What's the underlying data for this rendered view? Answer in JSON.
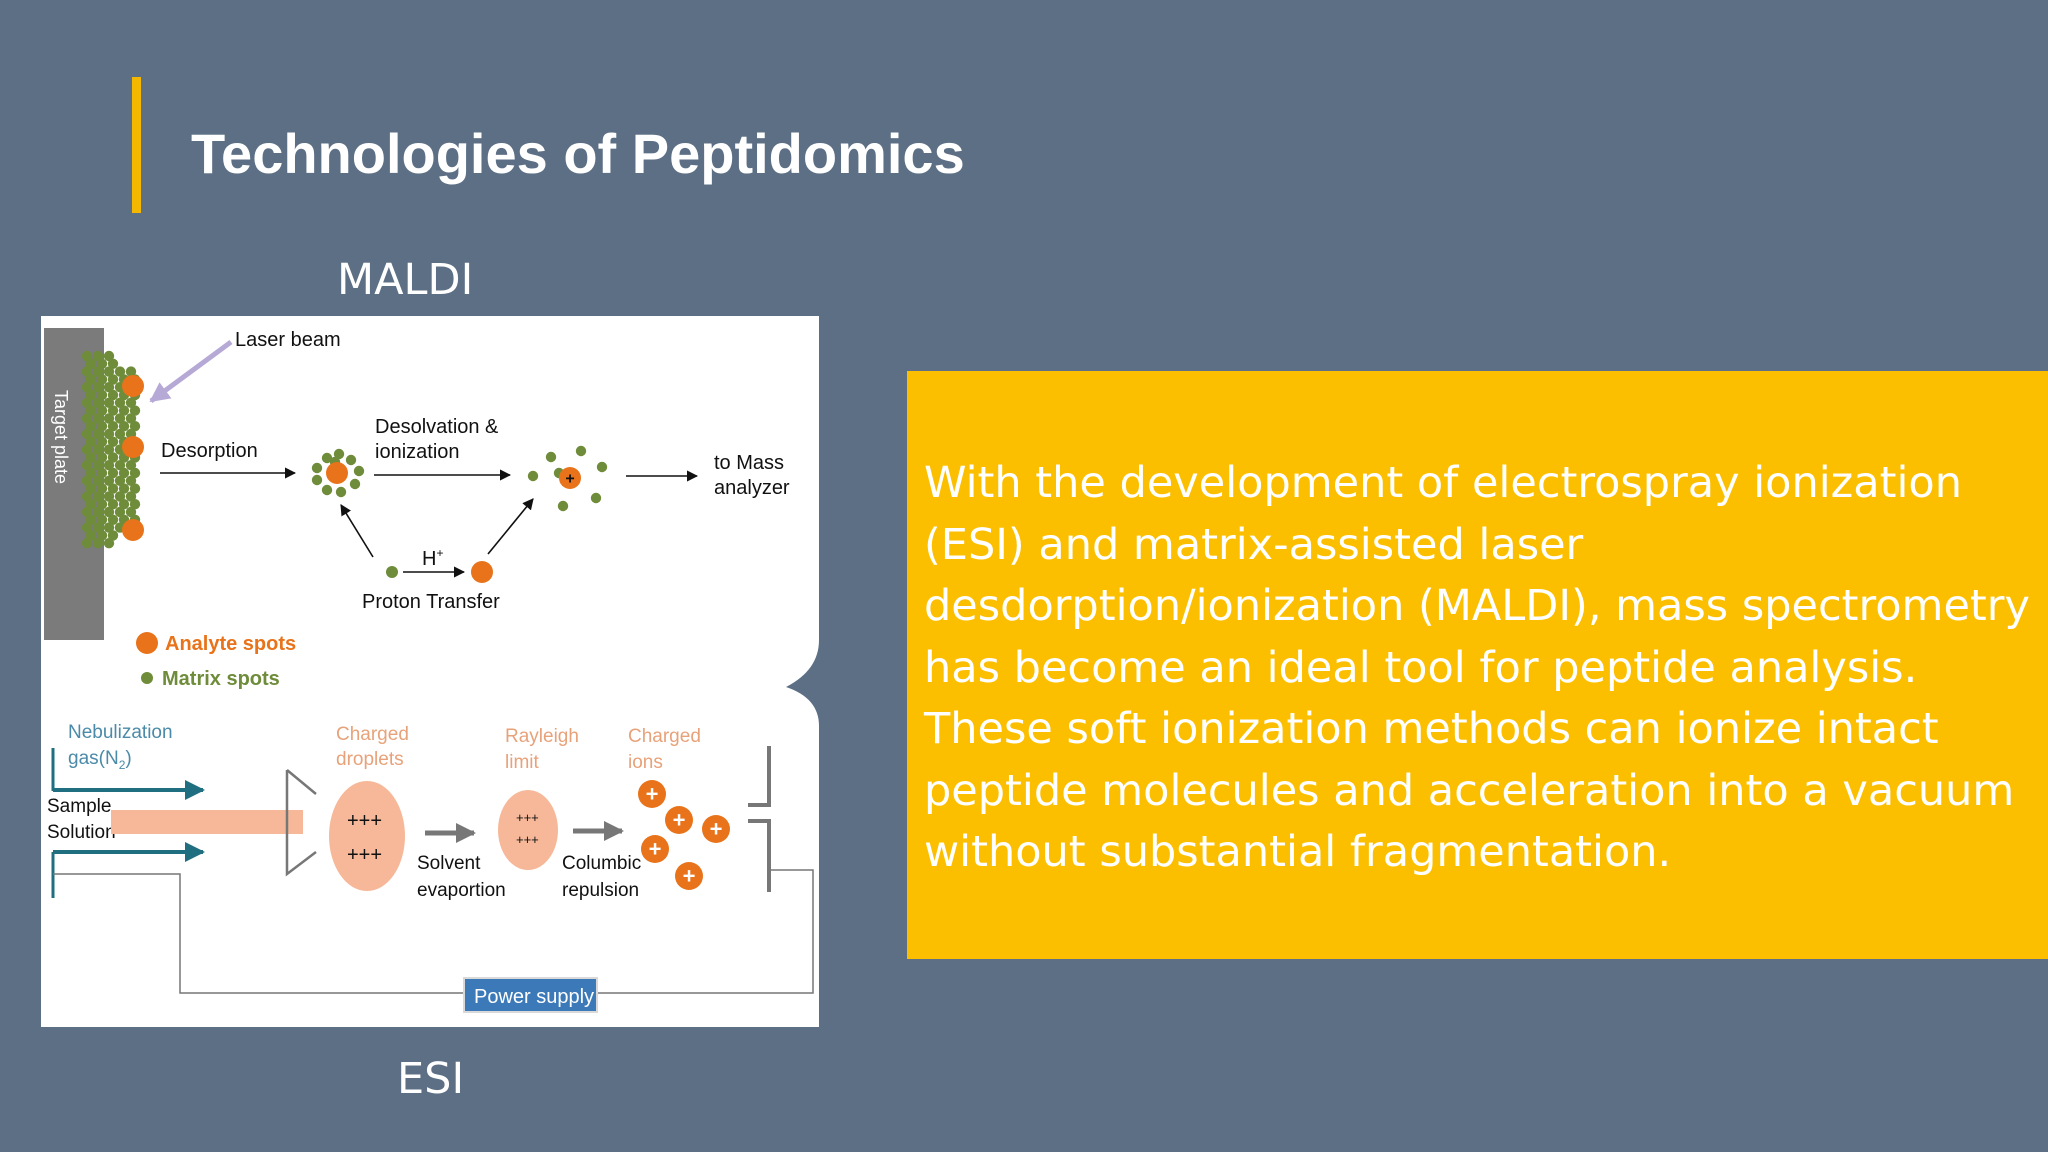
{
  "slide": {
    "title": "Technologies of Peptidomics",
    "accent_color": "#f5b800",
    "background_color": "#5c6f85"
  },
  "captions": {
    "maldi": "MALDI",
    "esi": "ESI"
  },
  "maldi": {
    "target_plate": "Target plate",
    "laser_beam": "Laser beam",
    "desorption": "Desorption",
    "desolvation_1": "Desolvation &",
    "desolvation_2": "ionization",
    "to_mass_1": "to Mass",
    "to_mass_2": "analyzer",
    "h_plus": "H",
    "h_plus_sup": "+",
    "proton_transfer": "Proton Transfer",
    "legend_analyte": "Analyte spots",
    "legend_matrix": "Matrix spots",
    "analyte_color": "#e8731a",
    "matrix_color": "#6e8c3a"
  },
  "esi": {
    "nebulization_1": "Nebulization",
    "nebulization_2": "gas(N",
    "nebulization_sub": "2",
    "nebulization_close": ")",
    "sample_1": "Sample",
    "sample_2": "Solution",
    "charged_droplets_1": "Charged",
    "charged_droplets_2": "droplets",
    "rayleigh_1": "Rayleigh",
    "rayleigh_2": "limit",
    "charged_ions_1": "Charged",
    "charged_ions_2": "ions",
    "solvent_1": "Solvent",
    "solvent_2": "evaportion",
    "columbic_1": "Columbic",
    "columbic_2": "repulsion",
    "charges_big": "+++",
    "charges_small": "+++",
    "ion_sign": "+",
    "power_supply": "Power supply"
  },
  "info": {
    "text": "With the development of electrospray ionization (ESI) and matrix-assisted laser desdorption/ionization (MALDI), mass spectrometry has become an ideal tool for peptide analysis. These soft ionization methods can ionize intact peptide molecules and acceleration into a vacuum without substantial fragmentation."
  }
}
